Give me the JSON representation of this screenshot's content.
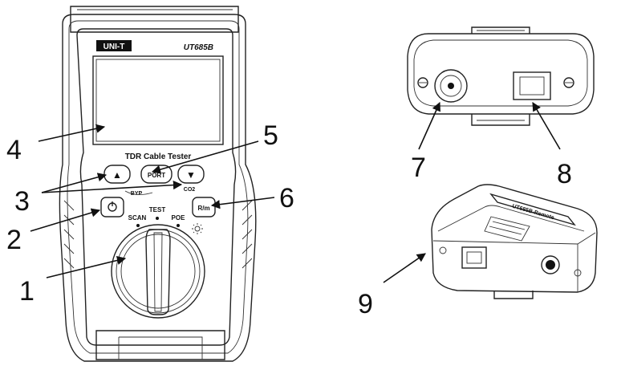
{
  "tester": {
    "brand": "UNI-T",
    "model": "UT685B",
    "subtitle": "TDR Cable Tester",
    "port_button": "PORT",
    "rm_button": "R/m",
    "up_symbol": "▲",
    "down_symbol": "▼",
    "scan_label": "SCAN",
    "test_label": "TEST",
    "poe_label": "POE",
    "byp_label": "BYP",
    "co2_label": "CO2"
  },
  "remote": {
    "label": "UT685B-Remote"
  },
  "callouts": [
    "1",
    "2",
    "3",
    "4",
    "5",
    "6",
    "7",
    "8",
    "9"
  ]
}
